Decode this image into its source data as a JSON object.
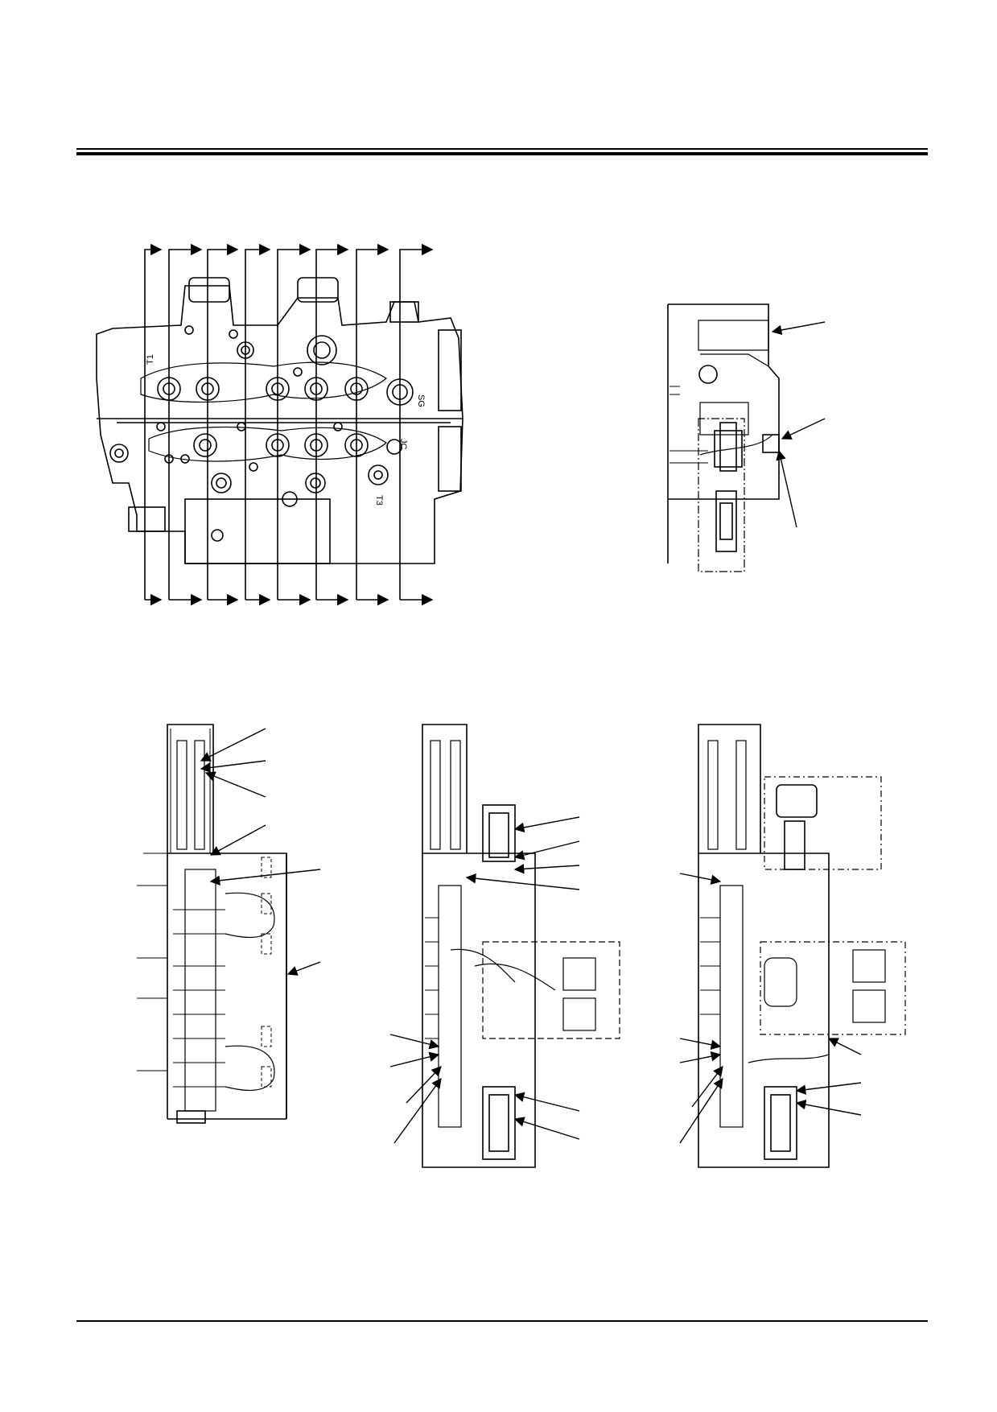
{
  "port_labels": {
    "t1": "T1",
    "sg": "SG",
    "t3": "T3",
    "jc": "JC"
  }
}
